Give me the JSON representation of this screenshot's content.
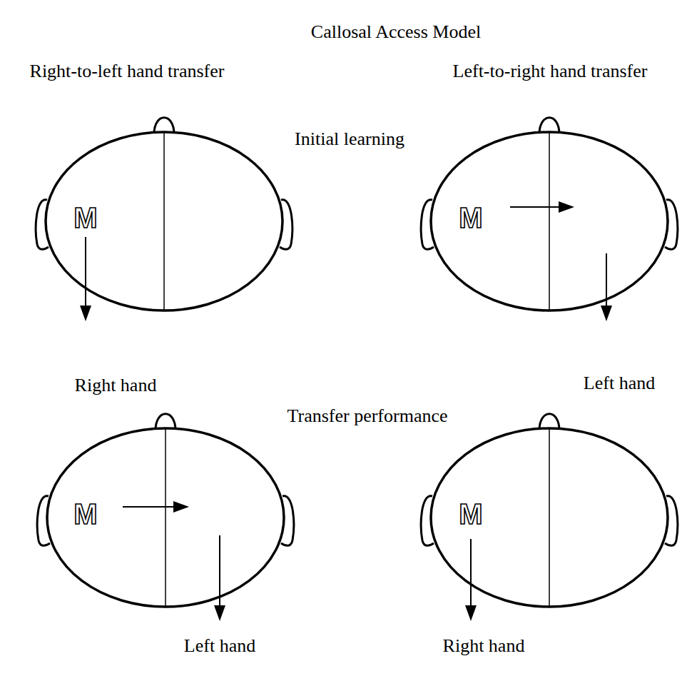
{
  "diagram": {
    "title": "Callosal Access Model",
    "nodes": [
      {
        "text": [
          "M"
        ]
      },
      {
        "text": [
          "M"
        ]
      },
      {
        "text": [
          "M"
        ]
      },
      {
        "text": [
          "M"
        ]
      }
    ],
    "labels": [
      "Right-to-left hand transfer",
      "Left-to-right hand transfer",
      "Initial learning",
      "Right hand",
      "Left hand",
      "Transfer performance",
      "Left hand",
      "Right hand"
    ]
  }
}
